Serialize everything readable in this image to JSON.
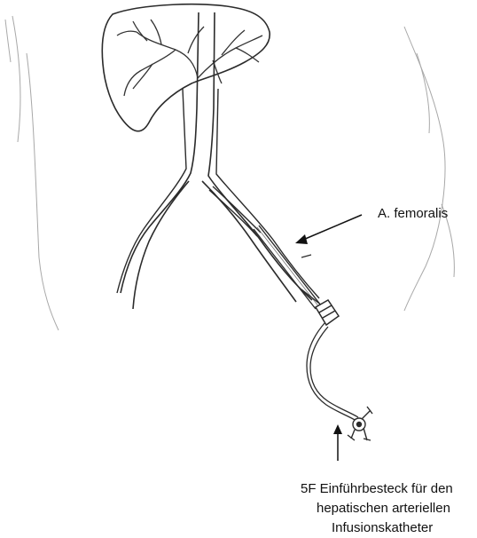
{
  "labels": {
    "femoralis": "A. femoralis",
    "introducer_line1": "5F Einführbesteck für den",
    "introducer_line2": "hepatischen arteriellen",
    "introducer_line3": "Infusionskatheter"
  },
  "colors": {
    "line": "#2b2b2b",
    "sketch": "#9a9a9a",
    "text": "#111111"
  }
}
